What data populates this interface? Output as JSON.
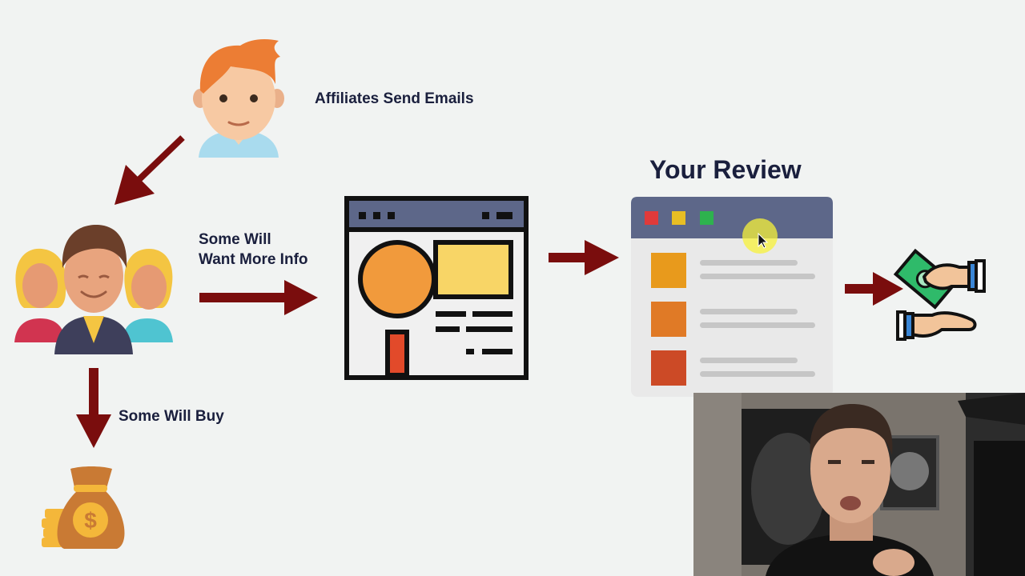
{
  "labels": {
    "affiliates": "Affiliates Send Emails",
    "more_info_line1": "Some Will",
    "more_info_line2": "Want More Info",
    "buy": "Some Will Buy",
    "review_title": "Your Review"
  },
  "colors": {
    "background": "#f1f3f2",
    "arrow": "#7a0d0d",
    "text": "#1a1f3d",
    "review_bar": "#5d6789",
    "window_bar": "#5d6789",
    "review_squares": [
      "#e89a1c",
      "#e07a26",
      "#cc4a26"
    ],
    "dots": [
      "#e03a3a",
      "#e8be24",
      "#2eb24e"
    ]
  },
  "icons": [
    "affiliate-person-icon",
    "crowd-icon",
    "browser-search-icon",
    "review-window-icon",
    "money-exchange-icon",
    "money-bag-icon",
    "cursor-highlight-icon"
  ]
}
